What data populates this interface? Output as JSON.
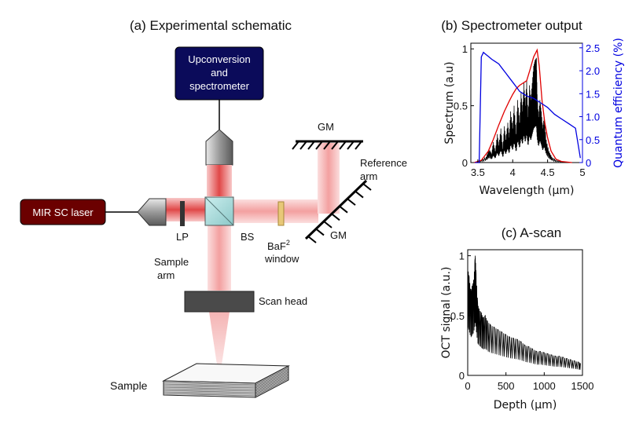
{
  "schematic": {
    "title": "(a) Experimental schematic",
    "upconversion_label": [
      "Upconversion",
      "and",
      "spectrometer"
    ],
    "laser_label": "MIR SC laser",
    "lp_label": "LP",
    "bs_label": "BS",
    "window_label_main": "BaF",
    "window_label_sup": "2",
    "window_label_line2": "window",
    "gm_top_label": "GM",
    "gm_right_label": "GM",
    "reference_arm_label": [
      "Reference",
      "arm"
    ],
    "sample_arm_label": [
      "Sample",
      "arm"
    ],
    "scan_head_label": "Scan head",
    "sample_label": "Sample",
    "colors": {
      "box": "#0b0b5a",
      "laser": "#6b0000",
      "beam": "#f08080",
      "bs": "#a8dcdc",
      "window": "#e8c878"
    }
  },
  "chart_data": [
    {
      "type": "line",
      "title": "(b) Spectrometer output",
      "xlabel": "Wavelength (μm)",
      "ylabel": "Spectrum (a.u)",
      "ylabel_right": "Quantum efficiency (%)",
      "xlim": [
        3.4,
        5.0
      ],
      "ylim": [
        0,
        1.05
      ],
      "ylim_right": [
        0,
        2.6
      ],
      "xticks": [
        "3.5",
        "4",
        "4.5",
        "5"
      ],
      "xtick_values": [
        3.5,
        4.0,
        4.5,
        5.0
      ],
      "yticks": [
        "0",
        "0.5",
        "1"
      ],
      "ytick_values": [
        0,
        0.5,
        1
      ],
      "yticks_right": [
        "0",
        "0.5",
        "1.0",
        "1.5",
        "2.0",
        "2.5"
      ],
      "ytick_right_values": [
        0,
        0.5,
        1.0,
        1.5,
        2.0,
        2.5
      ],
      "colors": {
        "spectrum": "#000000",
        "envelope": "#e00000",
        "qe": "#0000e0",
        "right_axis": "#0000e0"
      },
      "series": [
        {
          "role": "spectrum",
          "x": [
            3.45,
            3.55,
            3.62,
            3.66,
            3.7,
            3.72,
            3.75,
            3.78,
            3.8,
            3.83,
            3.86,
            3.88,
            3.9,
            3.93,
            3.95,
            3.97,
            4.0,
            4.02,
            4.05,
            4.07,
            4.1,
            4.12,
            4.14,
            4.16,
            4.18,
            4.2,
            4.22,
            4.24,
            4.26,
            4.28,
            4.3,
            4.32,
            4.34,
            4.35,
            4.37,
            4.39,
            4.41,
            4.43,
            4.45,
            4.48,
            4.52,
            4.56,
            4.62,
            4.7,
            4.8,
            4.9
          ],
          "y": [
            0.0,
            0.02,
            0.05,
            0.12,
            0.08,
            0.18,
            0.1,
            0.25,
            0.15,
            0.3,
            0.12,
            0.32,
            0.2,
            0.35,
            0.22,
            0.45,
            0.3,
            0.5,
            0.25,
            0.55,
            0.35,
            0.62,
            0.45,
            0.7,
            0.5,
            0.72,
            0.4,
            0.68,
            0.55,
            0.7,
            0.85,
            0.9,
            0.92,
            0.6,
            0.4,
            0.55,
            0.45,
            0.3,
            0.4,
            0.2,
            0.1,
            0.05,
            0.02,
            0.01,
            0.0,
            0.0
          ]
        },
        {
          "role": "envelope",
          "x": [
            3.45,
            3.55,
            3.65,
            3.72,
            3.8,
            3.88,
            3.95,
            4.0,
            4.05,
            4.1,
            4.15,
            4.2,
            4.25,
            4.3,
            4.35,
            4.38,
            4.42,
            4.46,
            4.5,
            4.55,
            4.62,
            4.7,
            4.85
          ],
          "y": [
            0.0,
            0.02,
            0.1,
            0.2,
            0.33,
            0.45,
            0.54,
            0.6,
            0.65,
            0.68,
            0.7,
            0.72,
            0.82,
            0.93,
            0.99,
            0.85,
            0.55,
            0.35,
            0.22,
            0.1,
            0.03,
            0.01,
            0.0
          ]
        },
        {
          "role": "qe",
          "x": [
            3.46,
            3.52,
            3.55,
            3.58,
            3.62,
            3.66,
            3.7,
            3.75,
            3.8,
            3.85,
            3.9,
            3.95,
            4.0,
            4.05,
            4.1,
            4.15,
            4.2,
            4.3,
            4.4,
            4.5,
            4.6,
            4.7,
            4.8,
            4.9,
            4.97
          ],
          "y": [
            0.0,
            0.0,
            2.3,
            2.4,
            2.35,
            2.3,
            2.25,
            2.2,
            2.15,
            2.05,
            1.95,
            1.85,
            1.75,
            1.65,
            1.55,
            1.5,
            1.45,
            1.4,
            1.3,
            1.2,
            1.05,
            0.95,
            0.85,
            0.75,
            0.1
          ]
        }
      ]
    },
    {
      "type": "line",
      "title": "(c) A-scan",
      "xlabel": "Depth (μm)",
      "ylabel": "OCT signal (a.u.)",
      "xlim": [
        0,
        1500
      ],
      "ylim": [
        0,
        1.05
      ],
      "xticks": [
        "0",
        "500",
        "1000",
        "1500"
      ],
      "xtick_values": [
        0,
        500,
        1000,
        1500
      ],
      "yticks": [
        "0",
        "0.5",
        "1"
      ],
      "ytick_values": [
        0,
        0.5,
        1
      ],
      "colors": {
        "signal": "#000000"
      },
      "series": [
        {
          "role": "signal",
          "x": [
            0,
            20,
            40,
            60,
            80,
            95,
            100,
            110,
            130,
            150,
            180,
            200,
            230,
            260,
            300,
            350,
            400,
            450,
            500,
            550,
            600,
            650,
            700,
            750,
            800,
            850,
            900,
            950,
            1000,
            1050,
            1100,
            1150,
            1200,
            1250,
            1300,
            1350,
            1400,
            1450,
            1480
          ],
          "y": [
            0.9,
            0.82,
            0.7,
            0.75,
            0.8,
            0.97,
            1.0,
            0.85,
            0.6,
            0.55,
            0.52,
            0.48,
            0.5,
            0.45,
            0.42,
            0.4,
            0.38,
            0.36,
            0.34,
            0.32,
            0.31,
            0.3,
            0.28,
            0.25,
            0.24,
            0.22,
            0.2,
            0.2,
            0.19,
            0.18,
            0.17,
            0.16,
            0.16,
            0.15,
            0.14,
            0.13,
            0.12,
            0.11,
            0.1
          ]
        }
      ]
    }
  ]
}
